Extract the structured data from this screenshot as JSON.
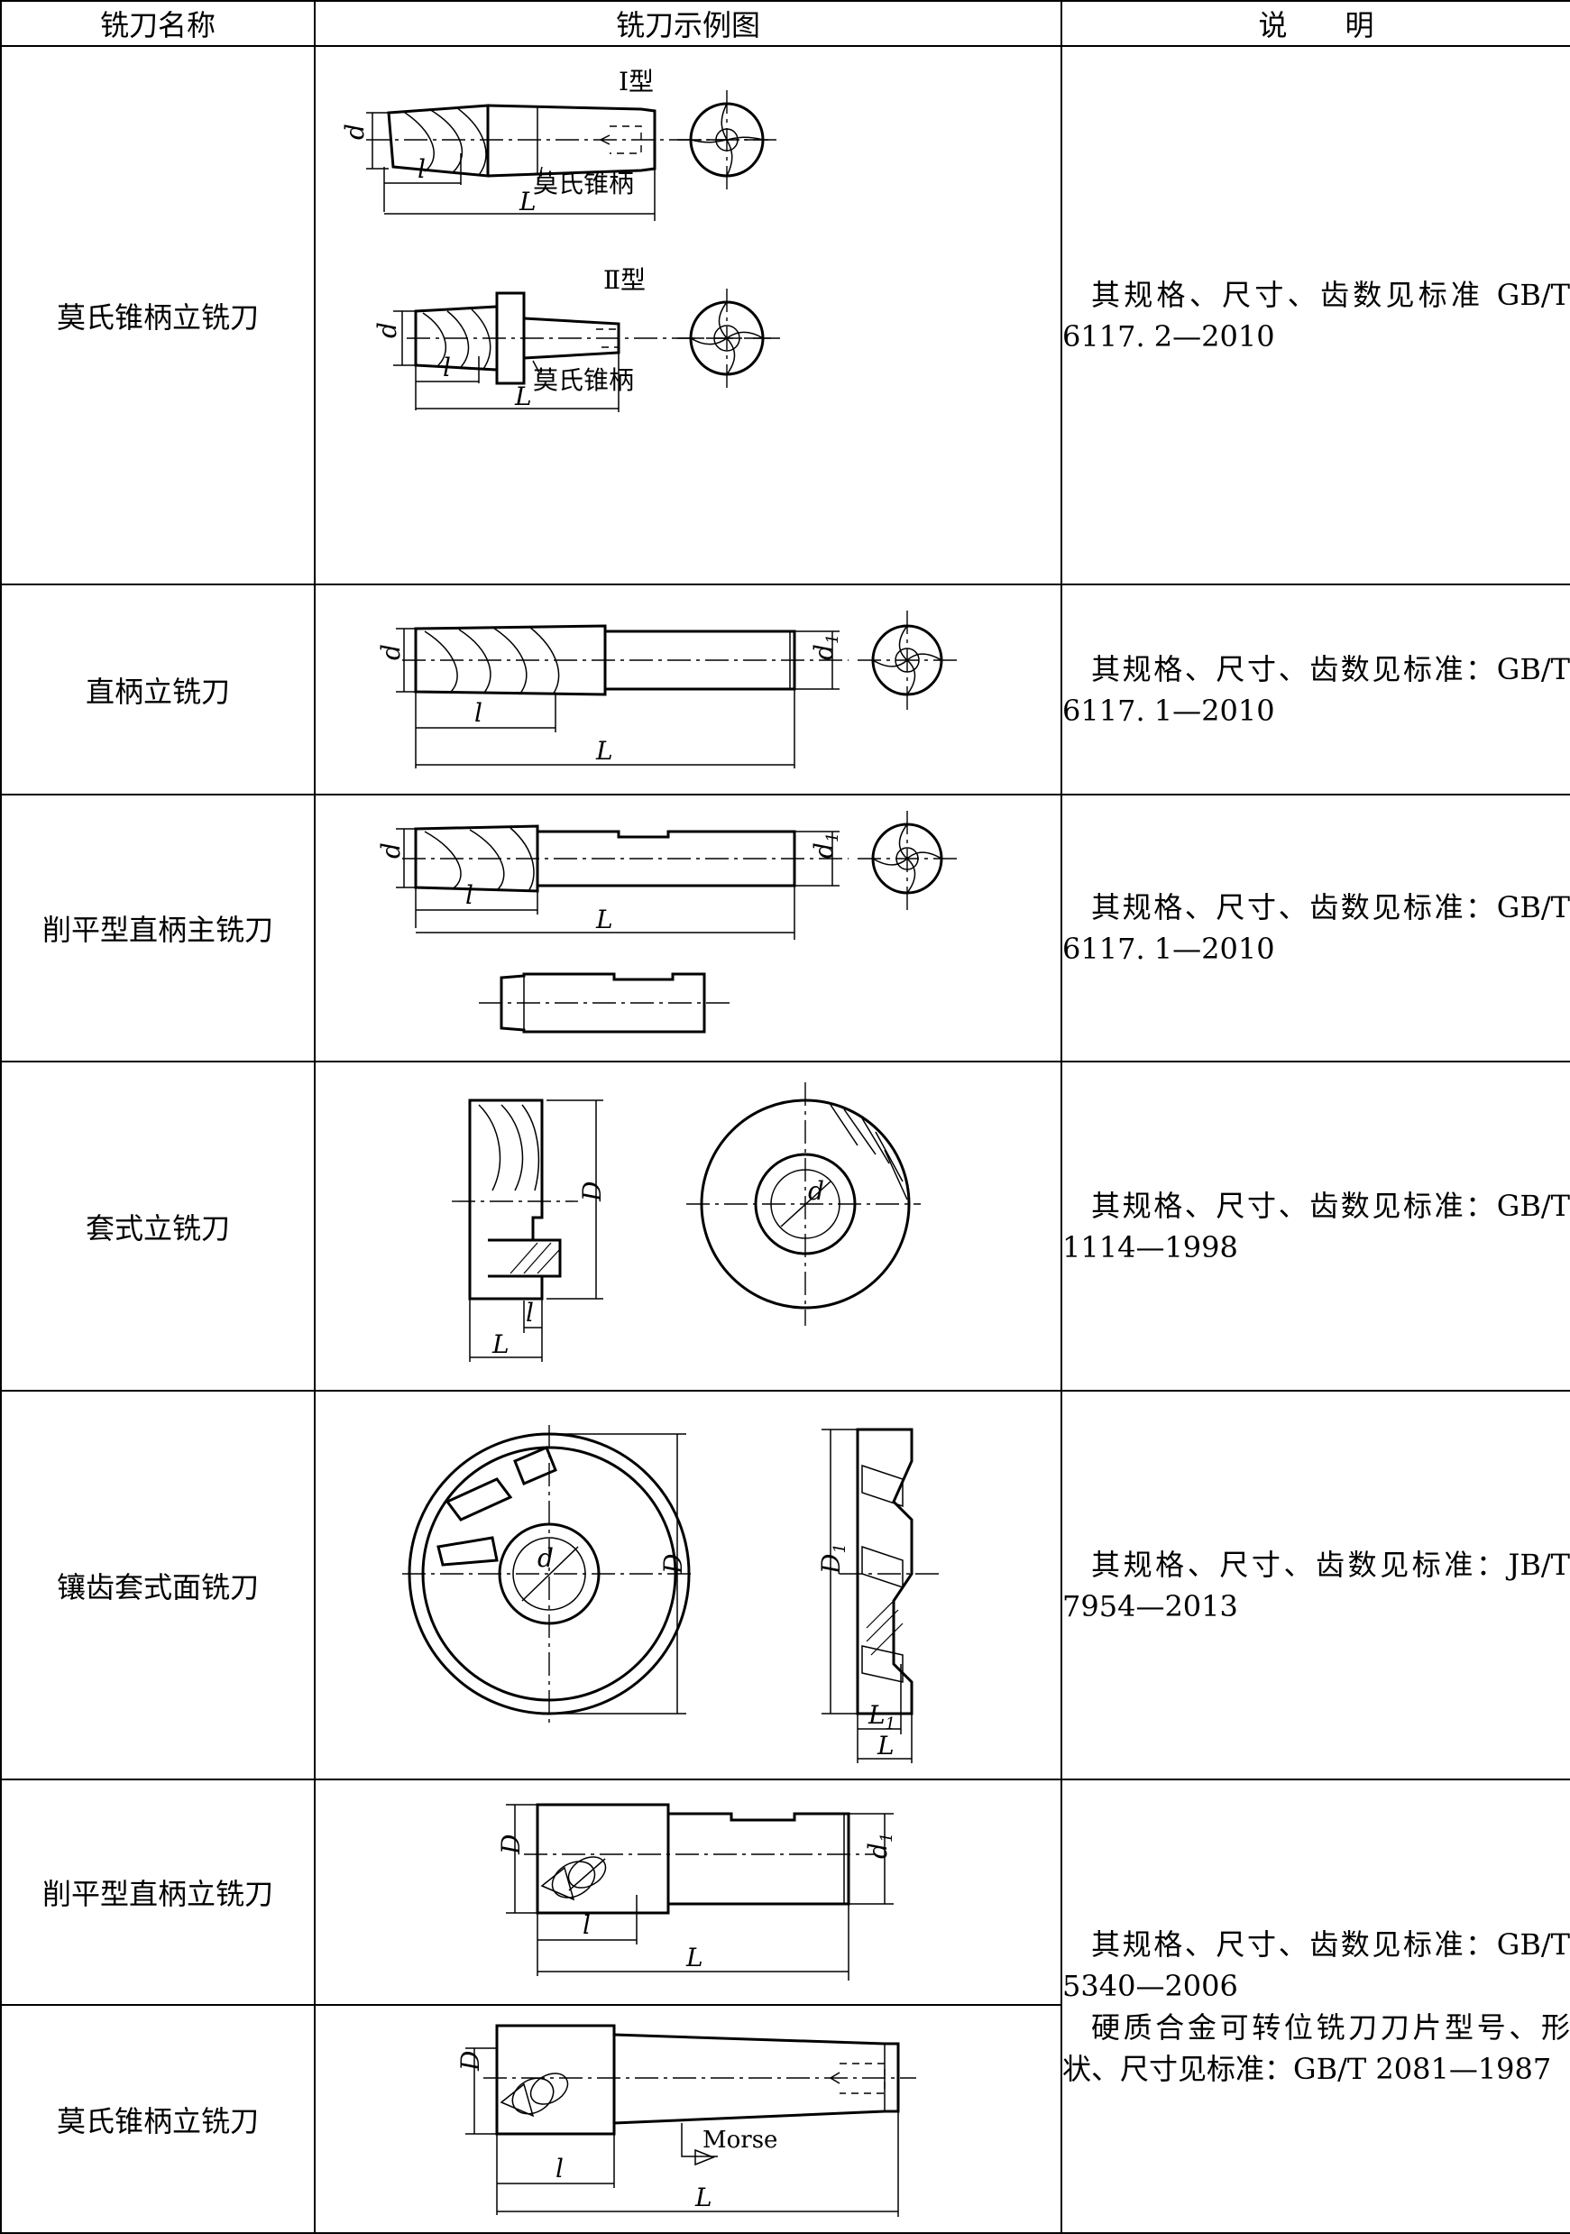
{
  "header": {
    "col_name": "铣刀名称",
    "col_figure": "铣刀示例图",
    "col_desc": "说　　明"
  },
  "rows": [
    {
      "name": "莫氏锥柄立铣刀",
      "desc": "其规格、尺寸、齿数见标准 GB/T 6117. 2—2010",
      "fig": {
        "type1": "Ⅰ型",
        "type2": "Ⅱ型",
        "shank": "莫氏锥柄",
        "d": "d",
        "l": "l",
        "L": "L"
      }
    },
    {
      "name": "直柄立铣刀",
      "desc": "其规格、尺寸、齿数见标准：GB/T 6117. 1—2010",
      "fig": {
        "d": "d",
        "d1": "d",
        "d1sub": "1",
        "l": "l",
        "L": "L"
      }
    },
    {
      "name": "削平型直柄主铣刀",
      "desc": "其规格、尺寸、齿数见标准：GB/T 6117. 1—2010",
      "fig": {
        "d": "d",
        "d1": "d",
        "d1sub": "1",
        "l": "l",
        "L": "L"
      }
    },
    {
      "name": "套式立铣刀",
      "desc": "其规格、尺寸、齿数见标准：GB/T 1114—1998",
      "fig": {
        "D": "D",
        "d": "d",
        "l": "l",
        "L": "L"
      }
    },
    {
      "name": "镶齿套式面铣刀",
      "desc": "其规格、尺寸、齿数见标准：JB/T 7954—2013",
      "fig": {
        "D": "D",
        "D1": "D",
        "D1sub": "1",
        "d": "d",
        "L1": "L",
        "L1sub": "1",
        "L": "L"
      }
    },
    {
      "name": "削平型直柄立铣刀",
      "fig": {
        "D": "D",
        "d1": "d",
        "d1sub": "1",
        "l": "l",
        "L": "L"
      }
    },
    {
      "name": "莫氏锥柄立铣刀",
      "fig": {
        "D": "D",
        "morse": "Morse",
        "l": "l",
        "L": "L"
      }
    }
  ],
  "shared_desc": {
    "p1": "其规格、尺寸、齿数见标准：GB/T 5340—2006",
    "p2": "硬质合金可转位铣刀刀片型号、形状、尺寸见标准：GB/T 2081—1987"
  }
}
